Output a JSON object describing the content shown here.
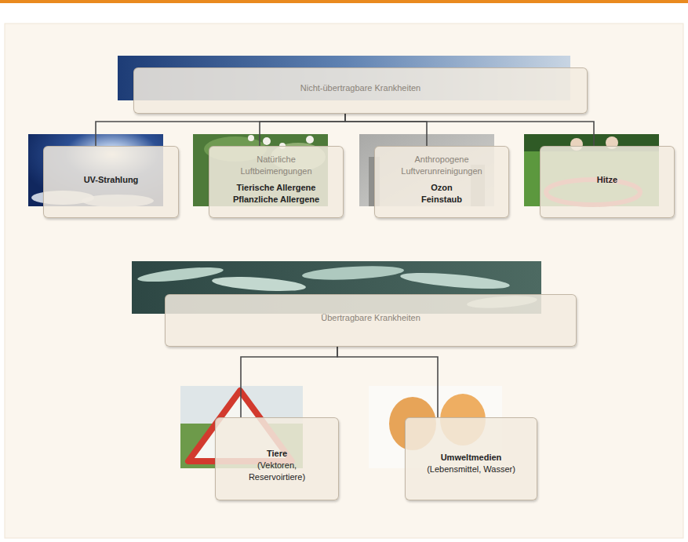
{
  "diagram": {
    "nodes": [
      {
        "text": [
          "Nicht-übertragbare Krankheiten"
        ]
      },
      {
        "text": [
          "UV-Strahlung"
        ]
      },
      {
        "text": [
          "Natürliche Luftbeimengungen",
          "Tierische Allergene",
          "Pflanzliche Allergene"
        ]
      },
      {
        "text": [
          "Anthropogene Luftverunreinigungen",
          "Ozon",
          "Feinstaub"
        ]
      },
      {
        "text": [
          "Hitze"
        ]
      },
      {
        "text": [
          "Übertragbare Krankheiten"
        ]
      },
      {
        "text": [
          "Tiere",
          "(Vektoren, Reservoirtiere)"
        ]
      },
      {
        "text": [
          "Umweltmedien",
          "(Lebensmittel, Wasser)"
        ]
      }
    ],
    "edges": [
      {
        "from": 0,
        "to": 1,
        "arrow": "none"
      },
      {
        "from": 0,
        "to": 2,
        "arrow": "none"
      },
      {
        "from": 0,
        "to": 3,
        "arrow": "none"
      },
      {
        "from": 0,
        "to": 4,
        "arrow": "none"
      },
      {
        "from": 5,
        "to": 6,
        "arrow": "none"
      },
      {
        "from": 5,
        "to": 7,
        "arrow": "none"
      }
    ]
  }
}
